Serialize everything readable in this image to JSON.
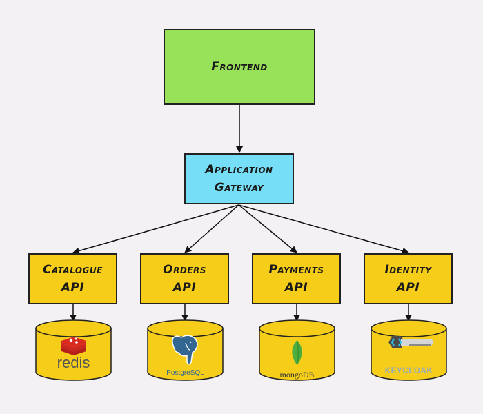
{
  "diagram": {
    "background_color": "#f3f1f4",
    "frontend": {
      "lines": [
        "Frontend"
      ],
      "color": "#98e25a"
    },
    "gateway": {
      "lines": [
        "Application",
        "Gateway"
      ],
      "color": "#76dff7"
    },
    "apis": [
      {
        "lines": [
          "Catalogue",
          "API"
        ],
        "color": "#f6ce1a"
      },
      {
        "lines": [
          "Orders",
          "API"
        ],
        "color": "#f6ce1a"
      },
      {
        "lines": [
          "Payments",
          "API"
        ],
        "color": "#f6ce1a"
      },
      {
        "lines": [
          "Identity",
          "API"
        ],
        "color": "#f6ce1a"
      }
    ],
    "databases": [
      {
        "logo": "redis-logo-icon",
        "label": "redis",
        "color": "#f6ce1a"
      },
      {
        "logo": "postgresql-elephant-icon",
        "label": "PostgreSQL",
        "color": "#f6ce1a"
      },
      {
        "logo": "mongodb-leaf-icon",
        "label_parts": [
          "mongo",
          "DB"
        ],
        "color": "#f6ce1a"
      },
      {
        "logo": "keycloak-key-icon",
        "label": "KEYCLOAK",
        "color": "#f6ce1a"
      }
    ],
    "edges": [
      {
        "from": "frontend",
        "to": "gateway"
      },
      {
        "from": "gateway",
        "to": "apis.0"
      },
      {
        "from": "gateway",
        "to": "apis.1"
      },
      {
        "from": "gateway",
        "to": "apis.2"
      },
      {
        "from": "gateway",
        "to": "apis.3"
      },
      {
        "from": "apis.0",
        "to": "databases.0"
      },
      {
        "from": "apis.1",
        "to": "databases.1"
      },
      {
        "from": "apis.2",
        "to": "databases.2"
      },
      {
        "from": "apis.3",
        "to": "databases.3"
      }
    ]
  }
}
